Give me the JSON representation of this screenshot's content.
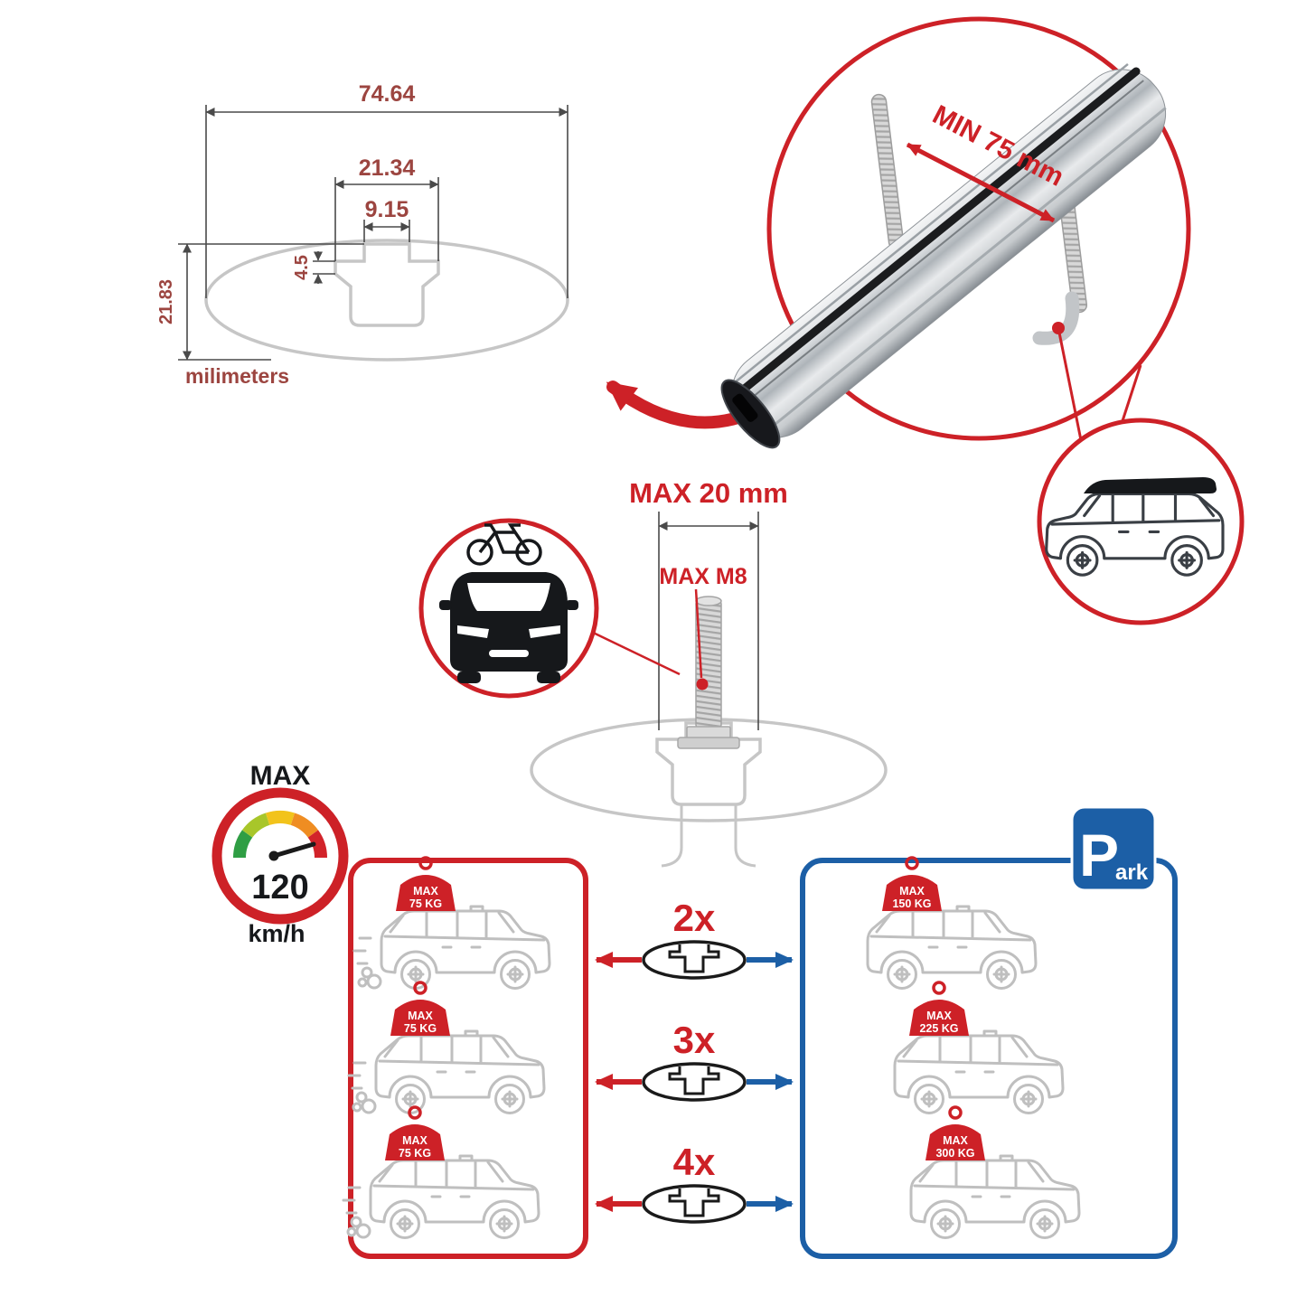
{
  "palette": {
    "red": "#cd2127",
    "blue": "#1c5fa6",
    "dim_text": "#9c4540",
    "outline_gray": "#c6c6c6",
    "dark": "#1a1a1a"
  },
  "cross_section": {
    "total_width": "74.64",
    "slot_outer_width": "21.34",
    "slot_inner_width": "9.15",
    "lip_height": "4.5",
    "total_height": "21.83",
    "units": "milimeters"
  },
  "bar_callout": {
    "min_spacing": "MIN 75 mm"
  },
  "bolt_callout": {
    "max_depth": "MAX 20 mm",
    "max_thread": "MAX M8"
  },
  "speed_limit": {
    "label": "MAX",
    "value": "120",
    "unit": "km/h"
  },
  "park_sign": {
    "letter": "P",
    "suffix": "ark"
  },
  "crossbar_rows": [
    {
      "multiplier": "2x"
    },
    {
      "multiplier": "3x"
    },
    {
      "multiplier": "4x"
    }
  ],
  "driving_cars": [
    {
      "load_label": "MAX",
      "load_value": "75 KG"
    },
    {
      "load_label": "MAX",
      "load_value": "75 KG"
    },
    {
      "load_label": "MAX",
      "load_value": "75 KG"
    }
  ],
  "parked_cars": [
    {
      "load_label": "MAX",
      "load_value": "150 KG"
    },
    {
      "load_label": "MAX",
      "load_value": "225 KG"
    },
    {
      "load_label": "MAX",
      "load_value": "300 KG"
    }
  ]
}
